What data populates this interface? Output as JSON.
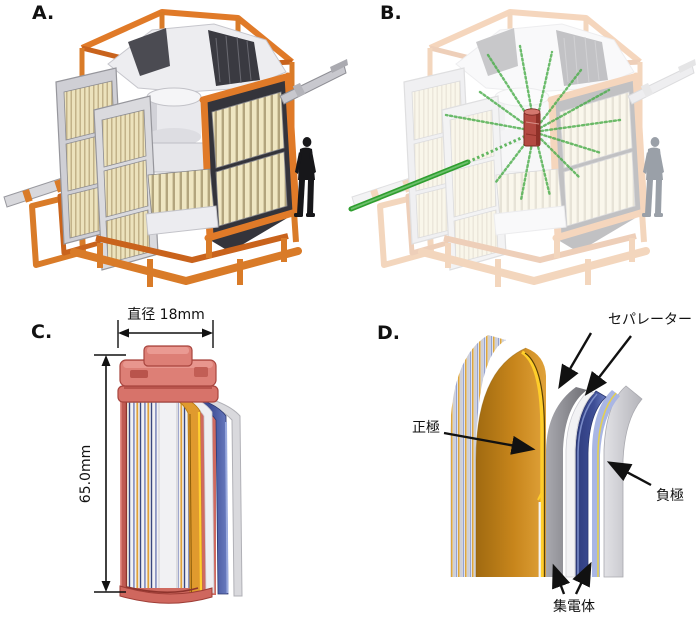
{
  "figure": {
    "panels": [
      {
        "id": "A",
        "label": "A."
      },
      {
        "id": "B",
        "label": "B."
      },
      {
        "id": "C",
        "label": "C."
      },
      {
        "id": "D",
        "label": "D."
      }
    ]
  },
  "panel_c": {
    "diameter_label": "直径 18mm",
    "height_label": "65.0mm"
  },
  "panel_d": {
    "separator_label": "セパレーター",
    "positive_electrode_label": "正極",
    "negative_electrode_label": "負極",
    "current_collector_label": "集電体"
  },
  "colors": {
    "frame_orange": "#e07a28",
    "beam_green": "#2f9e2f",
    "battery_case_red": "#d7736a",
    "positive_electrode_orange": "#c8861c",
    "negative_electrode_blue": "#3e4e96",
    "separator_gray": "#8f8f95",
    "collector_yellow": "#ffce2a"
  }
}
